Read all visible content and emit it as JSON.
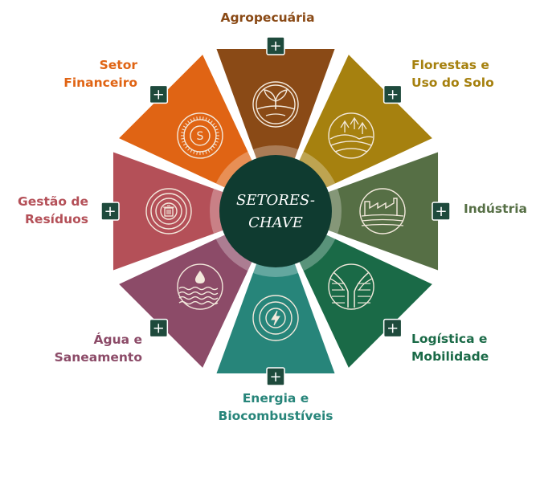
{
  "center": {
    "line1": "SETORES-",
    "line2": "CHAVE",
    "color": "#0f3b30"
  },
  "sectors": [
    {
      "id": "agropecuaria",
      "line1": "Agropecuária",
      "line2": "",
      "color": "#8a4a16",
      "label_color": "#8a4a16",
      "icon": "sprout-icon"
    },
    {
      "id": "florestas",
      "line1": "Florestas e",
      "line2": "Uso do Solo",
      "color": "#a6810f",
      "label_color": "#a6810f",
      "icon": "trees-hills-icon"
    },
    {
      "id": "industria",
      "line1": "Indústria",
      "line2": "",
      "color": "#566f45",
      "label_color": "#566f45",
      "icon": "factory-icon"
    },
    {
      "id": "logistica",
      "line1": "Logística e",
      "line2": "Mobilidade",
      "color": "#1a6a47",
      "label_color": "#1a6a47",
      "icon": "road-icon"
    },
    {
      "id": "energia",
      "line1": "Energia e",
      "line2": "Biocombustíveis",
      "color": "#27857a",
      "label_color": "#27857a",
      "icon": "lightning-icon"
    },
    {
      "id": "agua",
      "line1": "Água e",
      "line2": "Saneamento",
      "color": "#8c4b68",
      "label_color": "#8c4b68",
      "icon": "water-drop-icon"
    },
    {
      "id": "residuos",
      "line1": "Gestão de",
      "line2": "Resíduos",
      "color": "#b45058",
      "label_color": "#b45058",
      "icon": "trash-icon"
    },
    {
      "id": "financeiro",
      "line1": "Setor",
      "line2": "Financeiro",
      "color": "#e06414",
      "label_color": "#e06414",
      "icon": "dollar-coin-icon"
    }
  ],
  "plus_button": {
    "symbol": "+",
    "color": "#1e4a3c"
  }
}
